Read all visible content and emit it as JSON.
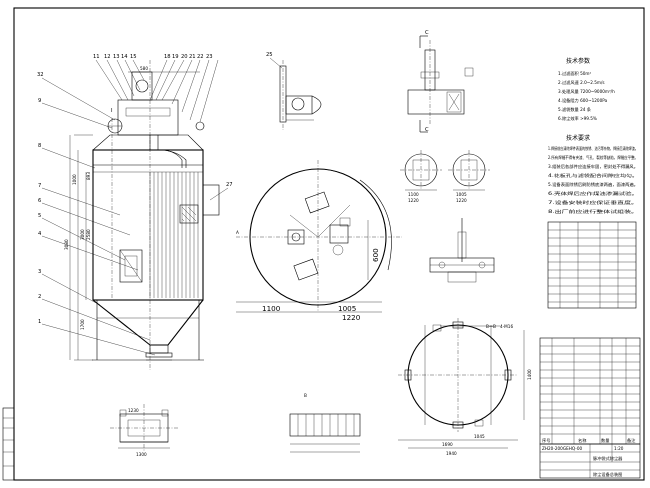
{
  "callouts": {
    "c1": "1",
    "c2": "2",
    "c3": "3",
    "c4": "4",
    "c5": "5",
    "c6": "6",
    "c7": "7",
    "c8": "8",
    "c9": "9",
    "c11": "11",
    "c12": "12",
    "c13": "13",
    "c14": "14",
    "c15": "15",
    "c18": "18",
    "c19": "19",
    "c20": "20",
    "c21": "21",
    "c22": "22",
    "c23": "23",
    "c25": "25",
    "c27": "27",
    "c32": "32",
    "cI": "I"
  },
  "section_labels": {
    "cc_top": "C",
    "cc_bottom": "C",
    "bb": "B—B",
    "a_mark": "A",
    "b_mark": "B"
  },
  "dimensions": {
    "d580": "580",
    "d1100": "1100",
    "d1005": "1005",
    "d1220": "1220",
    "d600": "600",
    "d1940": "1940",
    "d1690": "1690",
    "d1045": "1045",
    "d3000": "3000",
    "d3080": "3080",
    "d2580": "2580",
    "d1700": "1700",
    "d1000": "1000",
    "d893": "893",
    "dA1100": "1100",
    "dA1220": "1220",
    "dB1005": "1005",
    "dB1220": "1220",
    "d1400": "1400",
    "d1300": "1300",
    "d1230": "1230",
    "d4_m": "4-M16"
  },
  "tech_params": {
    "heading": "技术参数",
    "items": [
      "1.过滤面积 50m²",
      "2.过滤风速 2.0~2.5m/s",
      "3.处理风量 7200~9000m³/h",
      "4.设备阻力 600~1200Pa",
      "5.滤袋数量 24 条",
      "6.除尘效率 >99.5%"
    ]
  },
  "tech_reqs": {
    "heading": "技术要求",
    "items": [
      "1.焊接前应清除焊件表面的铁锈、油污等杂物，焊接后清除焊渣。",
      "2.所有焊缝不得有夹渣、气孔、裂纹等缺陷，焊缝应平整。",
      "3.组装后各部件应连接牢固，密封处不得漏风。",
      "4.花板孔与滤袋配合间隙应均匀。",
      "5.设备表面除锈后刷防锈底漆两遍，面漆两遍。",
      "6.壳体焊后应作煤油渗漏试验。",
      "7.设备安装时应保证垂直度。",
      "8.出厂前应进行整体试组装。"
    ]
  },
  "title_block": {
    "drawing_no": "ZH20-200GEHQ-00",
    "name": "脉冲袋式除尘器",
    "scale": "1:20",
    "company": "除尘设备总装图",
    "col_no": "序号",
    "col_name": "名称",
    "col_qty": "数量",
    "col_note": "备注"
  }
}
